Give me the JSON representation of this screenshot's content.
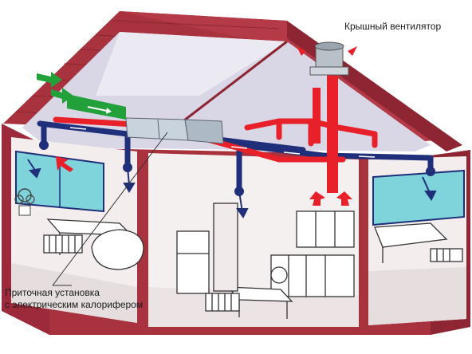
{
  "labels": {
    "roof_fan": "Крышный вентилятор",
    "supply_unit_line1": "Приточная установка",
    "supply_unit_line2": "с электрическим калорифером"
  },
  "colors": {
    "wall": "#9c2a3a",
    "roof": "#a8323e",
    "supply_duct": "#1f2f7a",
    "exhaust_duct": "#e8202a",
    "intake_arrow": "#22a03a",
    "window": "#7fd4dc",
    "interior": "#f3eded",
    "attic": "#d9d6e6"
  },
  "icons": [
    "roof-fan-icon",
    "air-intake-arrow-icon",
    "supply-diffuser-icon",
    "exhaust-grille-icon",
    "plant-icon",
    "window-icon"
  ]
}
